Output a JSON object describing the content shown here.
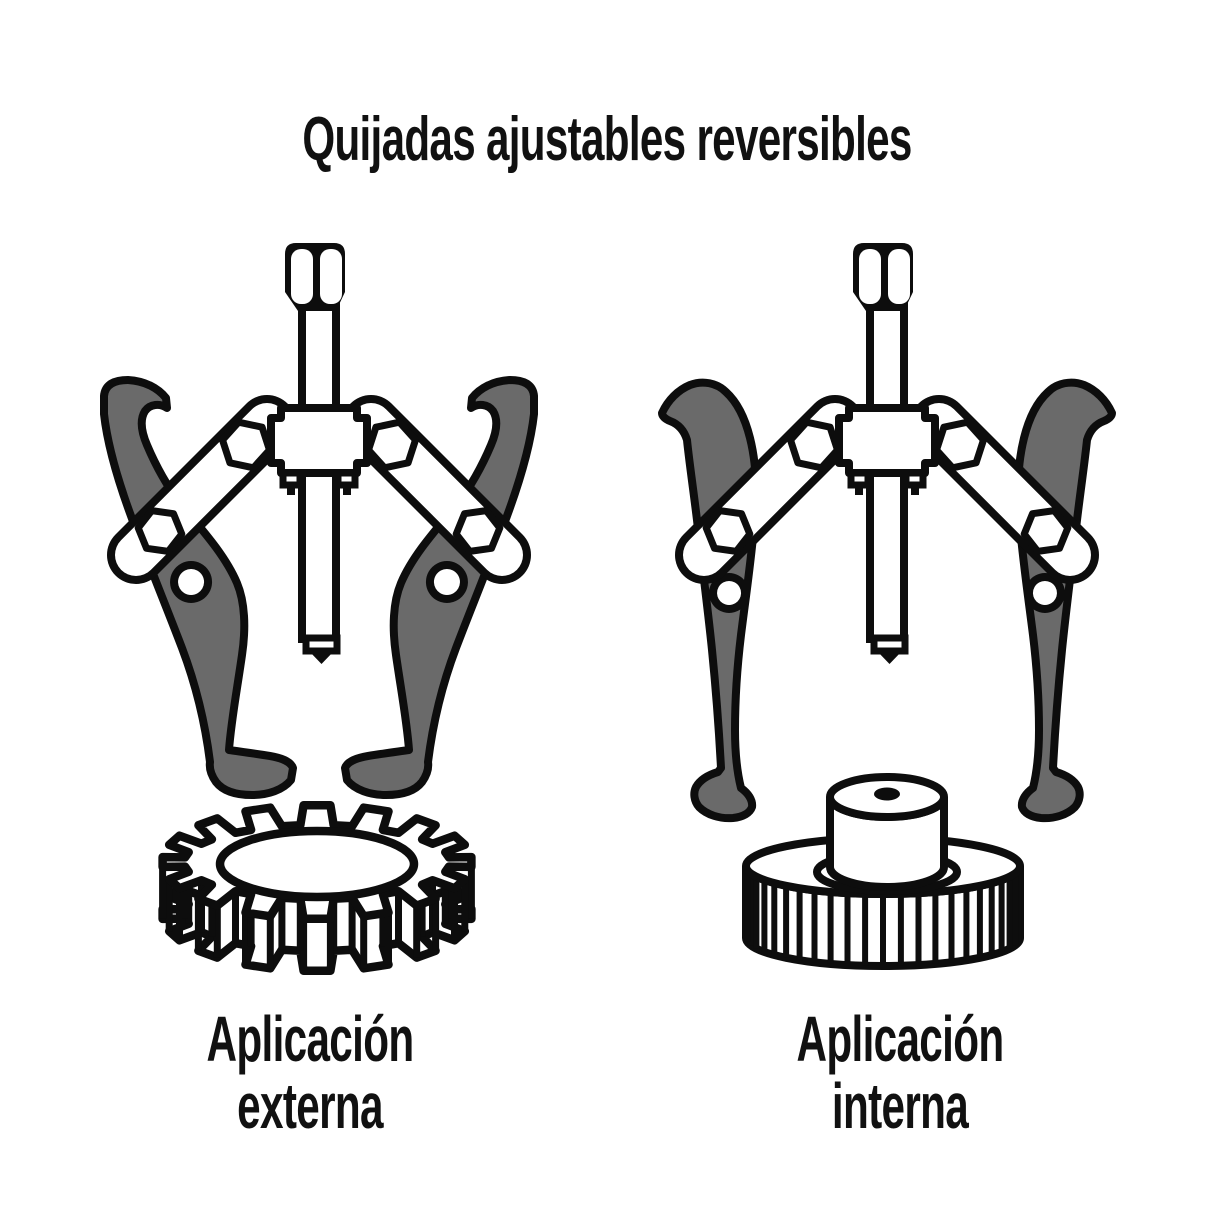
{
  "title": "Quijadas ajustables reversibles",
  "figures": {
    "external": {
      "label_line1": "Aplicación",
      "label_line2": "externa"
    },
    "internal": {
      "label_line1": "Aplicación",
      "label_line2": "interna"
    }
  },
  "colors": {
    "outline": "#0d0d0d",
    "jaw_gray": "#6a6a6a",
    "fill_white": "#ffffff",
    "text": "#111111",
    "background": "#ffffff"
  }
}
